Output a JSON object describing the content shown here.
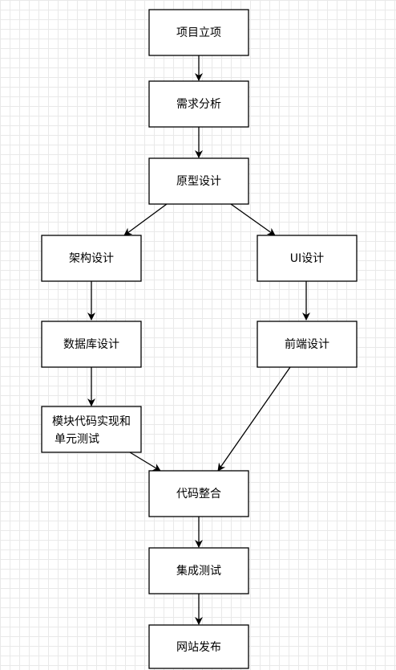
{
  "nodes": {
    "project_initiation": "项目立项",
    "requirements_analysis": "需求分析",
    "prototype_design": "原型设计",
    "architecture_design": "架构设计",
    "ui_design": "UI设计",
    "database_design": "数据库设计",
    "frontend_design": "前端设计",
    "module_code_line1": "模块代码实现和",
    "module_code_line2": "单元测试",
    "code_integration": "代码整合",
    "integration_testing": "集成测试",
    "website_release": "网站发布"
  }
}
